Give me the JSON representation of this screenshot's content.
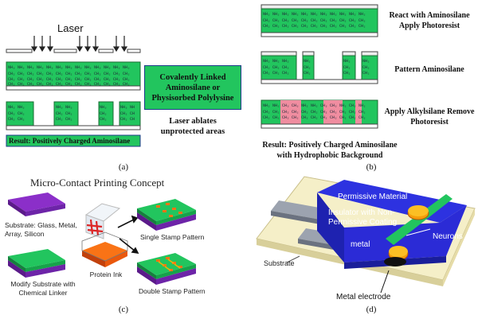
{
  "panel_a": {
    "laser_label": "Laser",
    "box_note": "Covalently Linked Aminosilane or Physisorbed Polylysine",
    "ablate_note": "Laser ablates unprotected areas",
    "result_label": "Result: Positively Charged Aminosilane",
    "caption": "(a)",
    "chem": [
      "NH₃",
      "CH₂",
      "CH₂",
      "CH₂"
    ]
  },
  "panel_b": {
    "step1": "React with Aminosilane Apply Photoresist",
    "step2": "Pattern Aminosilane",
    "step3": "Apply Alkylsilane Remove Photoresist",
    "result": "Result: Positively Charged Aminosilane with Hydrophobic Background",
    "caption": "(b)"
  },
  "panel_c": {
    "title": "Micro-Contact Printing Concept",
    "substrate": "Substrate: Glass, Metal, Array, Silicon",
    "modify": "Modify Substrate with Chemical Linker",
    "ink": "Protein Ink",
    "single": "Single Stamp Pattern",
    "double": "Double Stamp Pattern",
    "caption": "(c)"
  },
  "panel_d": {
    "permissive": "Permissive Material",
    "insulator": "Insulator with Non-Permissive Coating",
    "neurons": "Neurons",
    "metal": "metal",
    "substrate": "Substrate",
    "electrode": "Metal electrode",
    "caption": "(d)"
  },
  "colors": {
    "green": "#22c55e",
    "purple": "#7e22ce",
    "blue": "#2b2bd6",
    "pink": "#f08da0",
    "orange": "#ea580c"
  }
}
